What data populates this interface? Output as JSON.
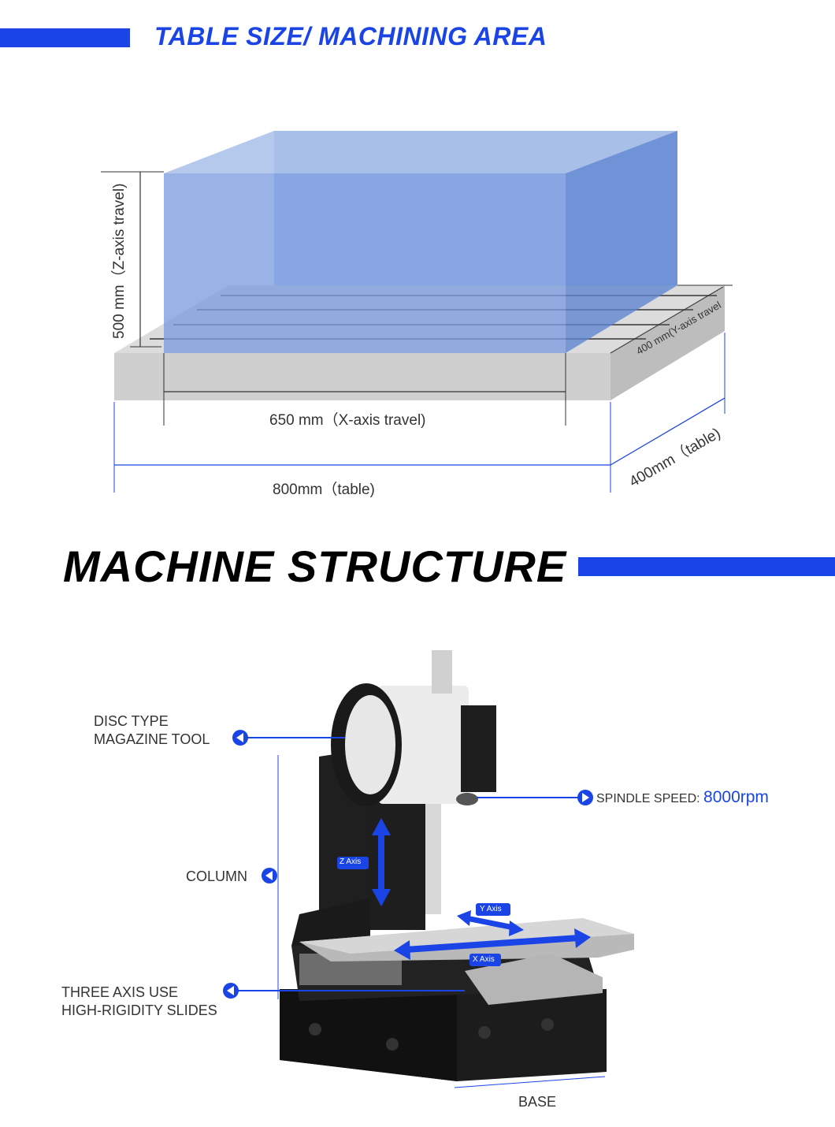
{
  "section1": {
    "title": "TABLE SIZE/ MACHINING AREA",
    "dims": {
      "z_travel": "500 mm（Z-axis travel)",
      "x_travel": "650 mm（X-axis travel)",
      "table_width": "800mm（table)",
      "y_travel": "400 mm(Y-axis travel",
      "table_depth": "400mm（table)"
    }
  },
  "section2": {
    "title": "MACHINE STRUCTURE",
    "callouts": {
      "magazine_line1": "DISC TYPE",
      "magazine_line2": "MAGAZINE TOOL",
      "column": "COLUMN",
      "slides_line1": "THREE AXIS USE",
      "slides_line2": "HIGH-RIGIDITY SLIDES",
      "spindle_label": "SPINDLE SPEED: ",
      "spindle_value": "8000rpm",
      "base": "BASE"
    },
    "axis_tags": {
      "z": "Z Axis",
      "y": "Y Axis",
      "x": "X Axis"
    }
  },
  "colors": {
    "accent": "#1a44e6",
    "work_volume": "#6a8fd6",
    "table": "#d2d2d2",
    "machine_dark": "#1c1c1c"
  }
}
